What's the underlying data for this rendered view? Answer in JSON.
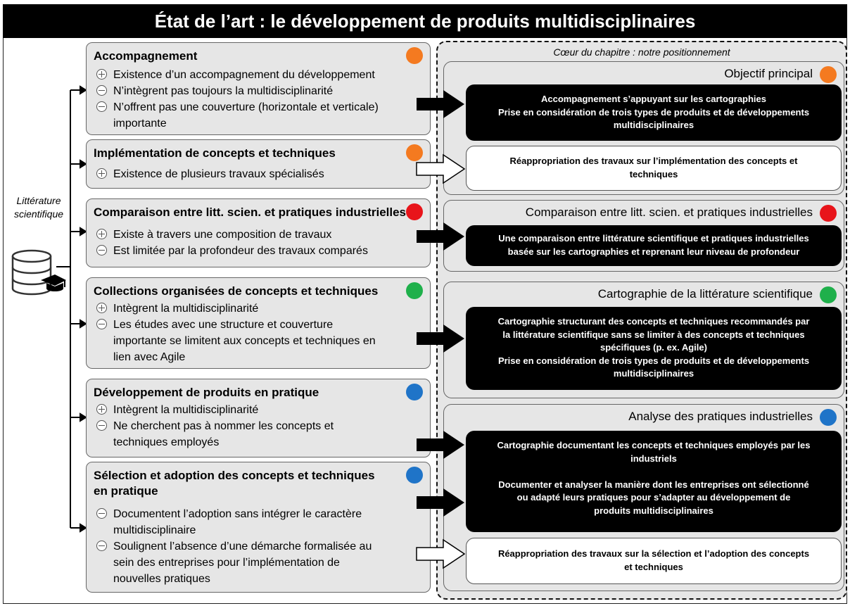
{
  "title": "État de l’art : le développement de produits multidisciplinaires",
  "literature_label": "Littérature scientifique",
  "database_icon": "database-graduation-cap-icon",
  "colors": {
    "orange": "#f47a20",
    "red": "#e8141a",
    "green": "#1fb04b",
    "blue": "#1f74c8"
  },
  "left_boxes": [
    {
      "heading": "Accompagnement",
      "dot": "orange",
      "items": [
        {
          "sign": "plus",
          "text": "Existence d’un accompagnement du développement"
        },
        {
          "sign": "minus",
          "text": "N’intègrent pas toujours la multidisciplinarité"
        },
        {
          "sign": "minus",
          "line1": "N’offrent pas une couverture (horizontale et verticale)",
          "line2": "importante"
        }
      ]
    },
    {
      "heading": "Implémentation de concepts et techniques",
      "dot": "orange",
      "items": [
        {
          "sign": "plus",
          "text": "Existence de plusieurs travaux spécialisés"
        }
      ]
    },
    {
      "heading": "Comparaison entre litt. scien. et pratiques industrielles",
      "dot": "red",
      "items": [
        {
          "sign": "plus",
          "text": "Existe à travers une composition de travaux"
        },
        {
          "sign": "minus",
          "text": "Est limitée par la profondeur des travaux comparés"
        }
      ]
    },
    {
      "heading": "Collections organisées de concepts et techniques",
      "dot": "green",
      "items": [
        {
          "sign": "plus",
          "text": "Intègrent la multidisciplinarité"
        },
        {
          "sign": "minus",
          "line1": "Les études avec une structure et couverture",
          "line2": "importante se limitent aux concepts et techniques en",
          "line3": "lien avec Agile"
        }
      ]
    },
    {
      "heading": "Développement de produits en pratique",
      "dot": "blue",
      "items": [
        {
          "sign": "plus",
          "text": "Intègrent la multidisciplinarité"
        },
        {
          "sign": "minus",
          "line1": "Ne cherchent pas à nommer les concepts et",
          "line2": "techniques employés"
        }
      ]
    },
    {
      "heading_line1": "Sélection et adoption des concepts et techniques",
      "heading_line2": "en pratique",
      "dot": "blue",
      "items": [
        {
          "sign": "minus",
          "line1": "Documentent l’adoption sans intégrer le caractère",
          "line2": "multidisciplinaire"
        },
        {
          "sign": "minus",
          "line1": "Soulignent l’absence d’une démarche formalisée au",
          "line2": "sein des entreprises pour l’implémentation de",
          "line3": "nouvelles pratiques"
        }
      ]
    }
  ],
  "core": {
    "label": "Cœur du chapitre : notre positionnement",
    "sections": [
      {
        "title": "Objectif principal",
        "dot": "orange",
        "black_lines": [
          "Accompagnement s’appuyant sur les cartographies",
          "Prise en considération de trois types de produits et de développements",
          "multidisciplinaires"
        ],
        "white_lines": [
          "Réappropriation des travaux sur l’implémentation des concepts et",
          "techniques"
        ]
      },
      {
        "title": "Comparaison entre litt. scien. et pratiques industrielles",
        "dot": "red",
        "black_lines": [
          "Une comparaison entre littérature scientifique et pratiques industrielles",
          "basée sur les cartographies et reprenant leur niveau de profondeur"
        ]
      },
      {
        "title": "Cartographie de la littérature scientifique",
        "dot": "green",
        "black_lines": [
          "Cartographie structurant des concepts et techniques recommandés par",
          "la littérature scientifique sans se limiter à des concepts et techniques",
          "spécifiques (p. ex. Agile)",
          "Prise en considération de trois types de produits et de développements",
          "multidisciplinaires"
        ]
      },
      {
        "title": "Analyse des pratiques industrielles",
        "dot": "blue",
        "black_lines": [
          "Cartographie documentant les concepts et techniques employés par les",
          "industriels",
          "",
          "Documenter et analyser la manière dont les entreprises ont sélectionné",
          "ou adapté leurs pratiques pour s’adapter au développement de",
          "produits multidisciplinaires"
        ],
        "white_lines": [
          "Réappropriation des travaux sur la sélection et l’adoption des concepts",
          "et techniques"
        ]
      }
    ]
  }
}
